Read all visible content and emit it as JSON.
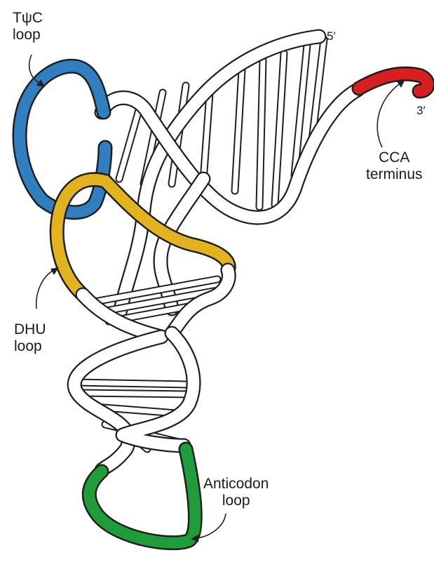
{
  "labels": {
    "tpsic_loop": [
      "TψC",
      "loop"
    ],
    "cca_terminus": [
      "CCA",
      "terminus"
    ],
    "dhu_loop": [
      "DHU",
      "loop"
    ],
    "anticodon_loop": [
      "Anticodon",
      "loop"
    ],
    "five_prime": "5′",
    "three_prime": "3′"
  },
  "colors": {
    "tpsic_loop": "#2f7fc1",
    "dhu_loop": "#e3b21f",
    "anticodon_loop": "#1e9d3a",
    "cca_terminus": "#d81f1f",
    "backbone_fill": "#ffffff",
    "outline": "#1f1f1f"
  }
}
